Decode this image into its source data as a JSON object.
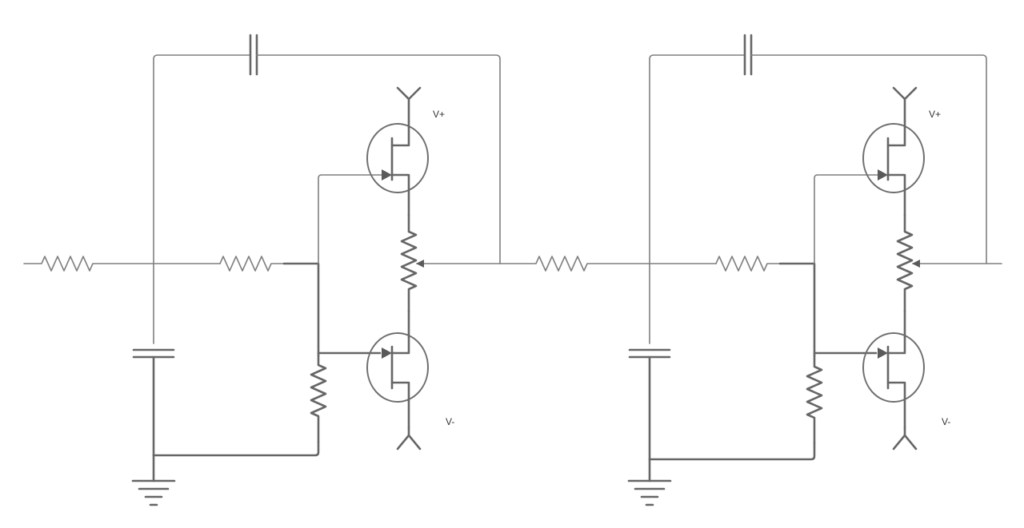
{
  "diagram": {
    "stages": [
      {
        "id": "stage-1",
        "supply_positive": "V+",
        "supply_negative": "V-"
      },
      {
        "id": "stage-2",
        "supply_positive": "V+",
        "supply_negative": "V-"
      }
    ]
  }
}
